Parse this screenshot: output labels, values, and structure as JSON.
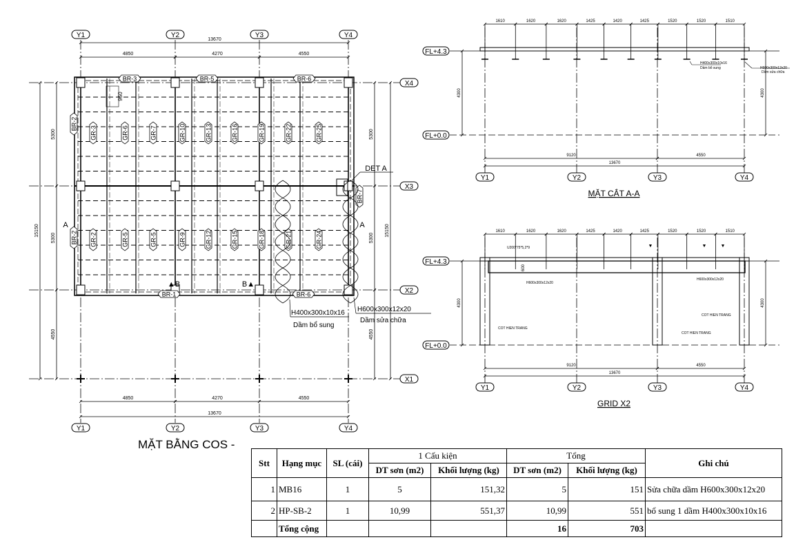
{
  "plan": {
    "title": "MẶT BẰNG COS -",
    "grid_y": [
      "Y1",
      "Y2",
      "Y3",
      "Y4"
    ],
    "grid_x": [
      "X4",
      "X3",
      "X2",
      "X1"
    ],
    "dim_total": "13670",
    "dim_bays": [
      "4850",
      "4270",
      "4550"
    ],
    "dim_left_total": "15150",
    "dim_left": [
      "5300",
      "5300",
      "4550"
    ],
    "dim_right": [
      "5300",
      "5300",
      "4550"
    ],
    "dim_right_total": "15150",
    "dim_950": "950",
    "girders_top": [
      "GR-3",
      "GR-6",
      "GR-7",
      "GR-10",
      "GR-13",
      "GR-16",
      "GR-19",
      "GR-22",
      "GR-25"
    ],
    "girders_bottom": [
      "GR-2",
      "GR-5",
      "GR-5",
      "GR-9",
      "GR-12",
      "GR-15",
      "GR-18",
      "GR-21",
      "GR-24"
    ],
    "braces": {
      "br3": "BR-3",
      "br5": "BR-5",
      "br6_top": "BR-6",
      "br2_top": "BR-2",
      "br2_bottom": "BR-2",
      "br1": "BR-1",
      "br6_bottom": "BR-6",
      "br7": "BR-7"
    },
    "section_a": "A",
    "section_b": "B",
    "detail": "DET A",
    "note1_title": "H400x300x10x16",
    "note1_sub": "Dầm bổ sung",
    "note2_title": "H600x300x12x20",
    "note2_sub": "Dầm sửa chữa"
  },
  "section_aa": {
    "title": "MẶT CẮT A-A",
    "levels": [
      "FL+4.3",
      "FL+0.0"
    ],
    "top_dims": [
      "1610",
      "1620",
      "1620",
      "1425",
      "1420",
      "1425",
      "1520",
      "1520",
      "1510"
    ],
    "height_dim": "4300",
    "dim_9120": "9120",
    "dim_4550": "4550",
    "dim_total": "13670",
    "grid": [
      "Y1",
      "Y2",
      "Y3",
      "Y4"
    ],
    "note1": "H400x300x10x16",
    "note1_sub": "Dầm bổ sung",
    "note2": "H600x300x12x20",
    "note2_sub": "Dầm sửa chữa"
  },
  "section_x2": {
    "title": "GRID X2",
    "levels": [
      "FL+4.3",
      "FL+0.0"
    ],
    "top_dims": [
      "1610",
      "1620",
      "1620",
      "1425",
      "1420",
      "1425",
      "1520",
      "1520",
      "1510"
    ],
    "height_dim": "4300",
    "dim_9120": "9120",
    "dim_4550": "4550",
    "dim_total": "13670",
    "grid": [
      "Y1",
      "Y2",
      "Y3",
      "Y4"
    ],
    "purlin_note": "U200*75*5,2*9",
    "beam_note1": "H600x300x12x20",
    "beam_note2": "H600x300x12x20",
    "col_note1": "COT HIEN TRANG",
    "col_note2": "COT HIEN TRANG",
    "col_note3": "COT HIEN TRANG",
    "beam_depth": "600"
  },
  "table": {
    "headers": {
      "stt": "Stt",
      "item": "Hạng mục",
      "qty": "SL (cái)",
      "per_unit": "1 Cấu kiện",
      "total": "Tổng",
      "note": "Ghi chú",
      "area": "DT sơn (m2)",
      "weight": "Khối lượng (kg)",
      "area2": "DT sơn (m2)",
      "weight2": "Khối lượng (kg)"
    },
    "rows": [
      {
        "stt": "1",
        "item": "MB16",
        "qty": "1",
        "area": "5",
        "weight": "151,32",
        "t_area": "5",
        "t_weight": "151",
        "note": "Sửa chữa dầm H600x300x12x20"
      },
      {
        "stt": "2",
        "item": "HP-SB-2",
        "qty": "1",
        "area": "10,99",
        "weight": "551,37",
        "t_area": "10,99",
        "t_weight": "551",
        "note": "bổ sung 1 dầm H400x300x10x16"
      }
    ],
    "total": {
      "label": "Tổng cộng",
      "t_area": "16",
      "t_weight": "703"
    }
  }
}
